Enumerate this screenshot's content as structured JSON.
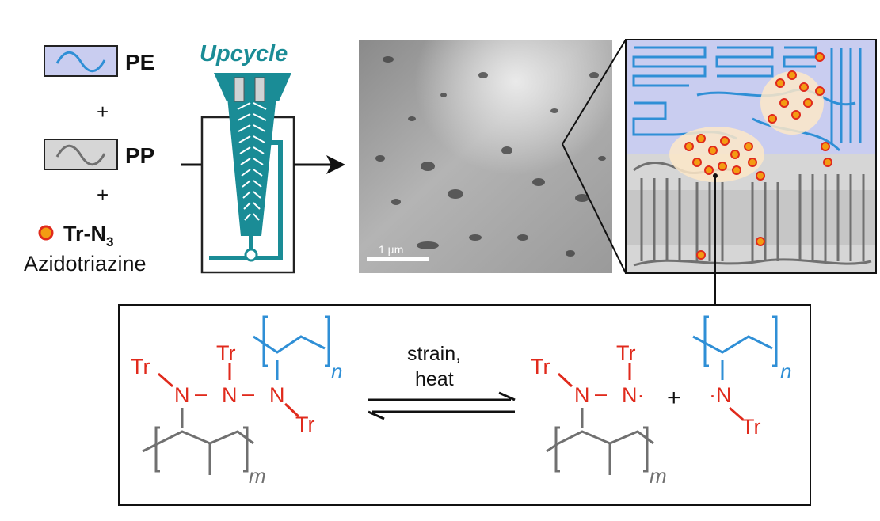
{
  "legend": {
    "pe_label": "PE",
    "plus_1": "+",
    "pp_label": "PP",
    "plus_2": "+",
    "tr_label": "Tr-N",
    "tr_subscript": "3",
    "azido_label": "Azidotriazine"
  },
  "extruder": {
    "title": "Upcycle"
  },
  "micrograph": {
    "scale_label": "1 µm"
  },
  "mechanism": {
    "left": {
      "tr_top_left": "Tr",
      "tr_top_mid": "Tr",
      "tr_bottom_right": "Tr",
      "n1": "N",
      "n2": "N",
      "n3": "N",
      "dash1": "–",
      "dash2": "–",
      "sub_n": "n",
      "sub_m": "m"
    },
    "conditions_line1": "strain,",
    "conditions_line2": "heat",
    "right": {
      "tr_top_left": "Tr",
      "tr_top_mid": "Tr",
      "n1": "N",
      "n2": "N·",
      "dash": "–",
      "plus": "+",
      "radical_n": "·N",
      "tr_bottom": "Tr",
      "sub_n": "n",
      "sub_m": "m"
    }
  },
  "colors": {
    "pe_blue": "#2f8fd6",
    "pe_fill": "#c9cdf0",
    "pp_fill": "#d6d6d6",
    "pp_gray": "#707070",
    "tr_red": "#e02a1c",
    "tr_orange": "#f39c12",
    "teal": "#1a8c96",
    "black": "#111111"
  }
}
